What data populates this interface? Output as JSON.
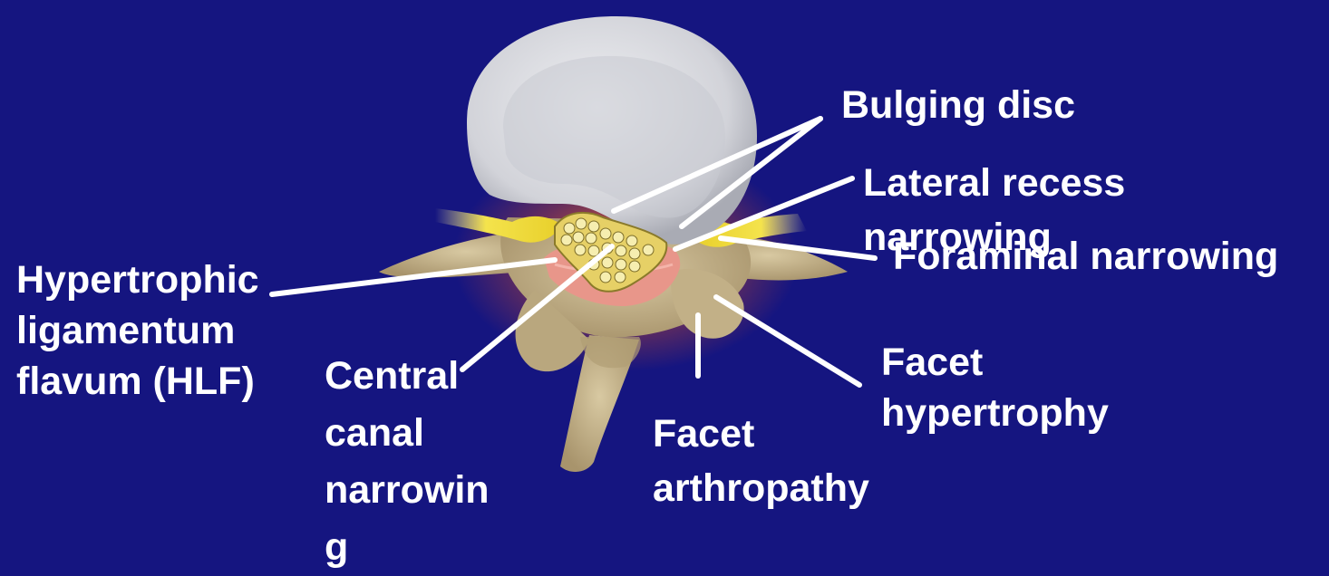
{
  "slide": {
    "background_color": "#151580",
    "text_color": "#ffffff",
    "line_color": "#ffffff"
  },
  "labels": {
    "bulging_disc": "Bulging disc",
    "lateral_recess_line1": "Lateral recess",
    "lateral_recess_line2": "narrowing",
    "foraminal": "Foraminal narrowing",
    "hlf_line1": "Hypertrophic",
    "hlf_line2": "ligamentum",
    "hlf_line3": "flavum (HLF)",
    "central_line1": "Central",
    "central_line2": "canal",
    "central_line3": "narrowin",
    "central_line4": "g",
    "facet_arthropathy_line1": "Facet",
    "facet_arthropathy_line2": "arthropathy",
    "facet_hypertrophy_line1": "Facet",
    "facet_hypertrophy_line2": "hypertrophy"
  },
  "illustration": {
    "subject": "axial view of lumbar vertebra with spinal canal stenosis",
    "colors": {
      "disc": "#dcdde2",
      "disc_shadow": "#a8aab3",
      "bone": "#c8b790",
      "bone_shadow": "#9d8a64",
      "nerve": "#f2e24a",
      "ligament": "#e8968a",
      "glow": "#ff6a2a"
    }
  }
}
